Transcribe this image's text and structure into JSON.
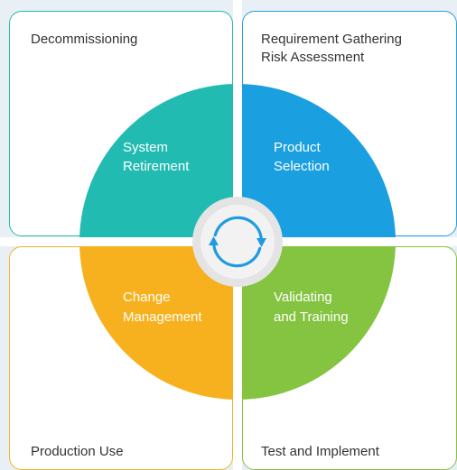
{
  "colors": {
    "teal": "#22bbb1",
    "blue": "#1a9fe0",
    "orange": "#f7b11e",
    "green": "#84c441",
    "background": "#e8eff5",
    "center_ring": "#e4e4e4",
    "center_arrows": "#1f9be0"
  },
  "boxes": {
    "top_left": {
      "label": "Decommissioning"
    },
    "top_right": {
      "label_line1": "Requirement Gathering",
      "label_line2": "Risk Assessment"
    },
    "bottom_left": {
      "label": "Production Use"
    },
    "bottom_right": {
      "label": "Test and Implement"
    }
  },
  "wheel": {
    "top_left": {
      "line1": "System",
      "line2": "Retirement"
    },
    "top_right": {
      "line1": "Product",
      "line2": "Selection"
    },
    "bottom_left": {
      "line1": "Change",
      "line2": "Management"
    },
    "bottom_right": {
      "line1": "Validating",
      "line2": "and Training"
    }
  },
  "center_icon": "refresh-cycle-icon"
}
